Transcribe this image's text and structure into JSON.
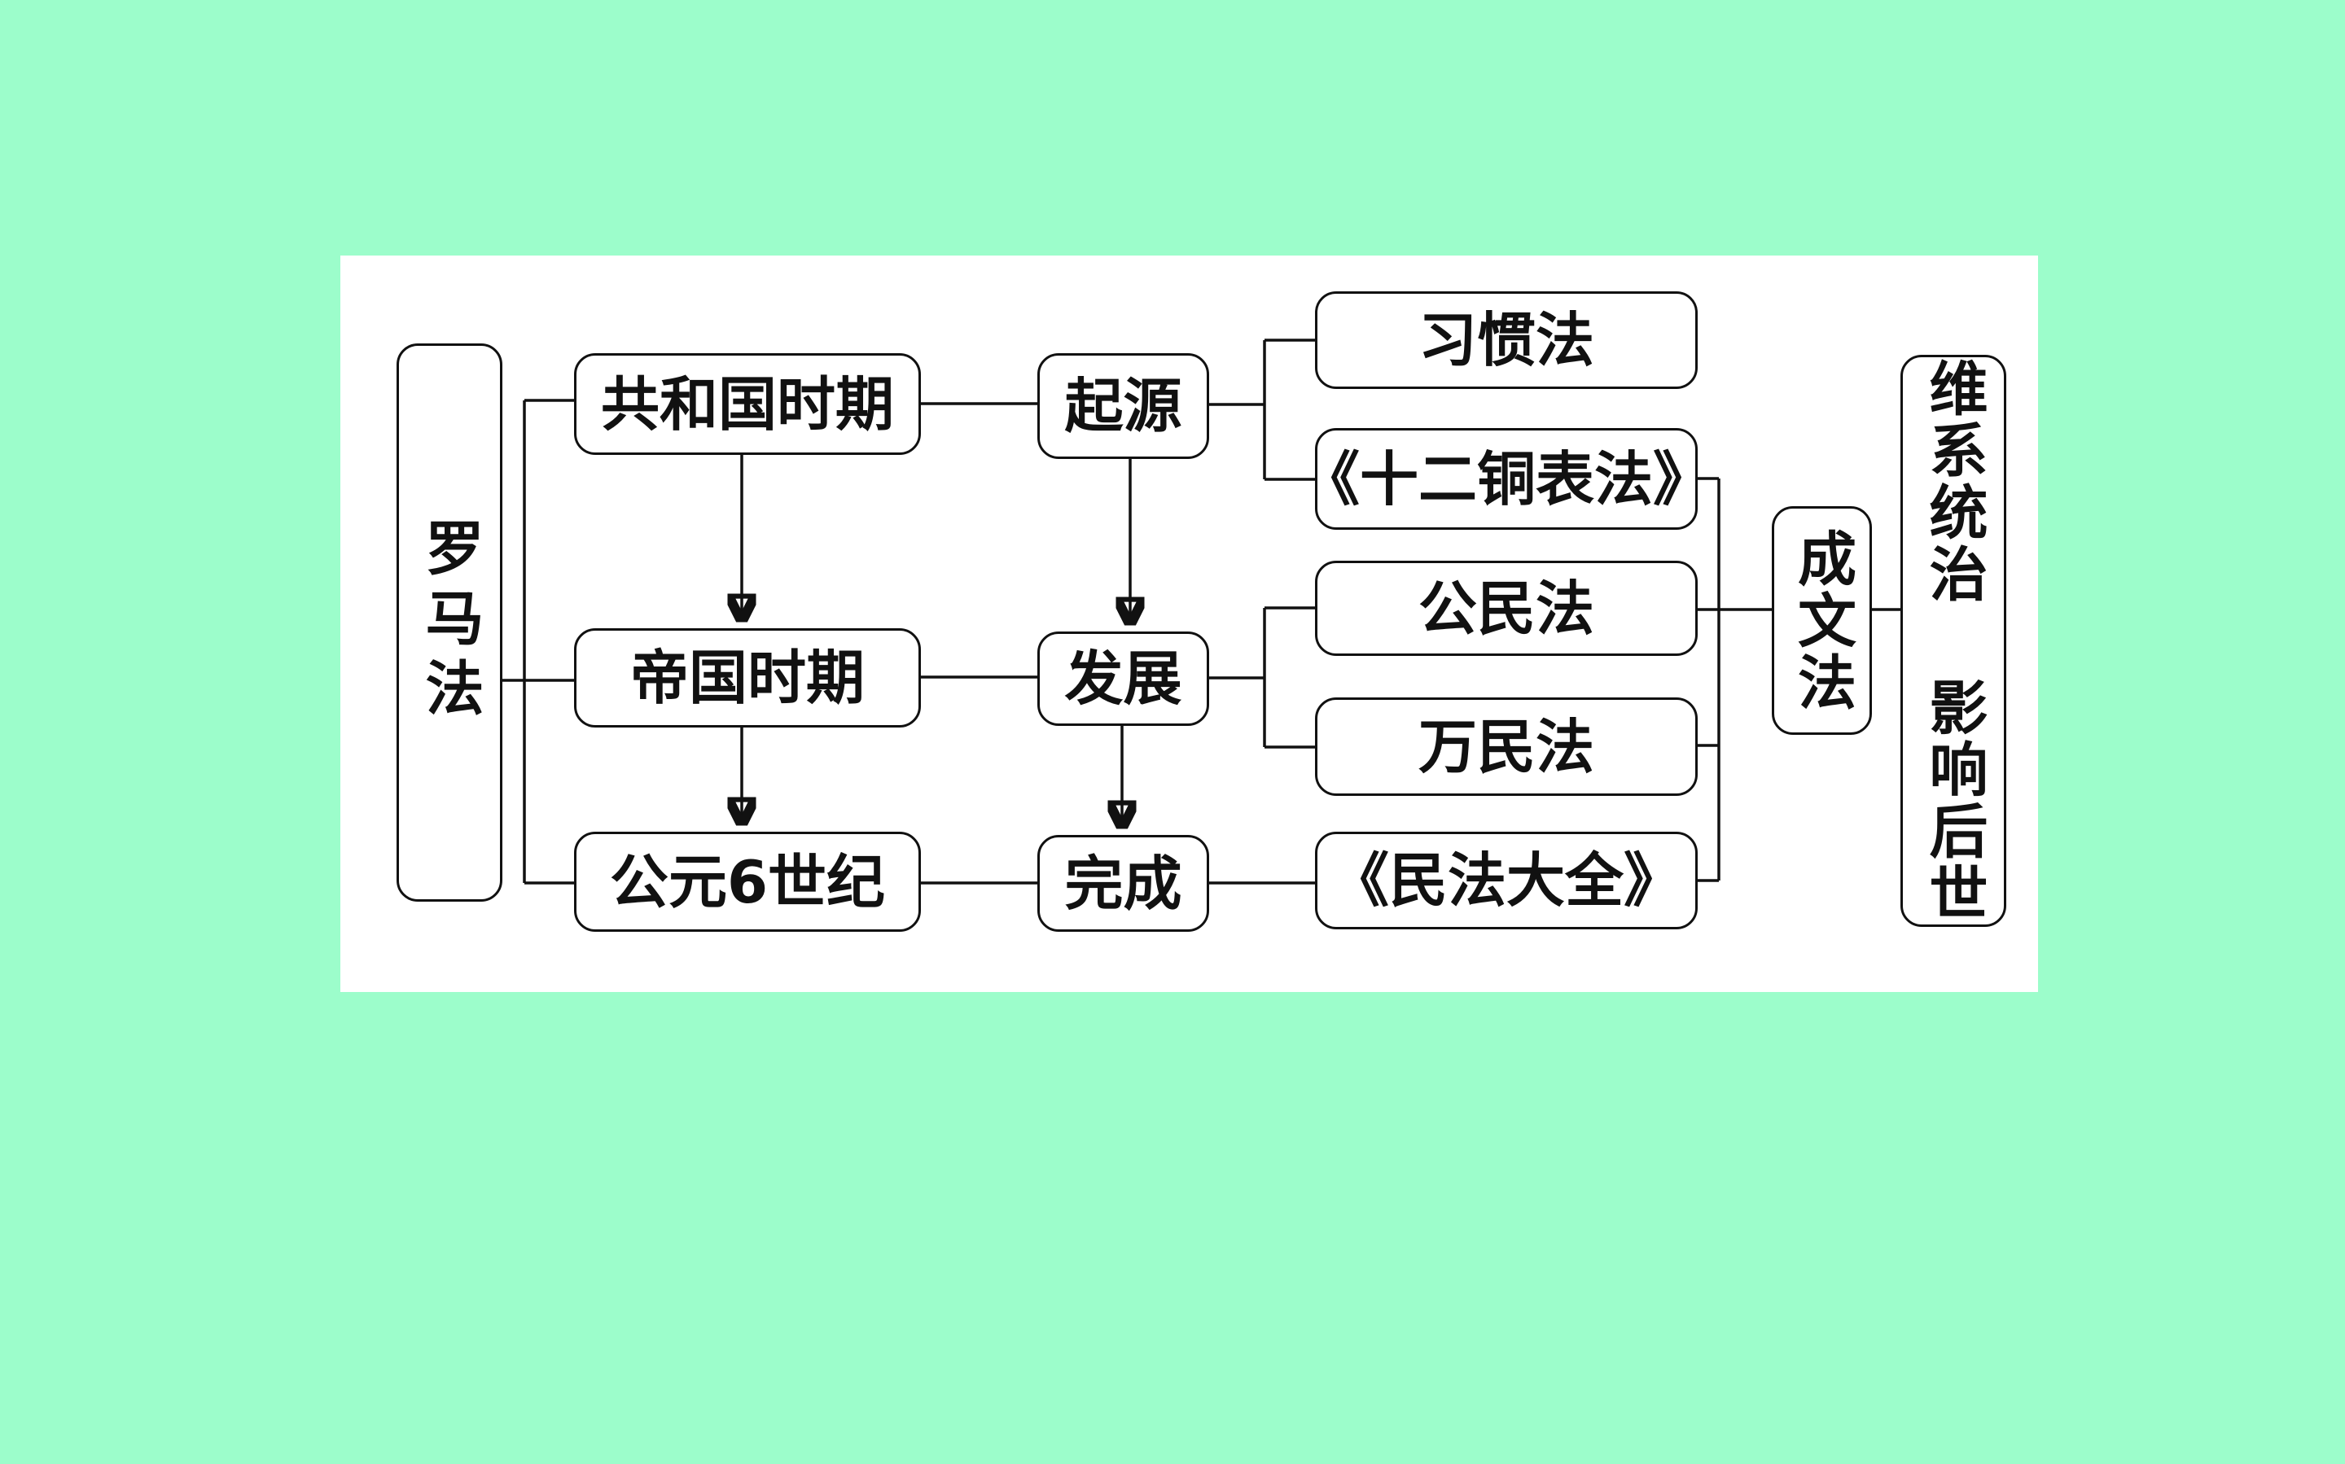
{
  "diagram": {
    "root": "罗马法",
    "periods": [
      "共和国时期",
      "帝国时期",
      "公元6世纪"
    ],
    "stages": [
      "起源",
      "发展",
      "完成"
    ],
    "laws": [
      "习惯法",
      "《十二铜表法》",
      "公民法",
      "万民法",
      "《民法大全》"
    ],
    "written_law": "成文法",
    "influence": "维系统治 影响后世"
  }
}
